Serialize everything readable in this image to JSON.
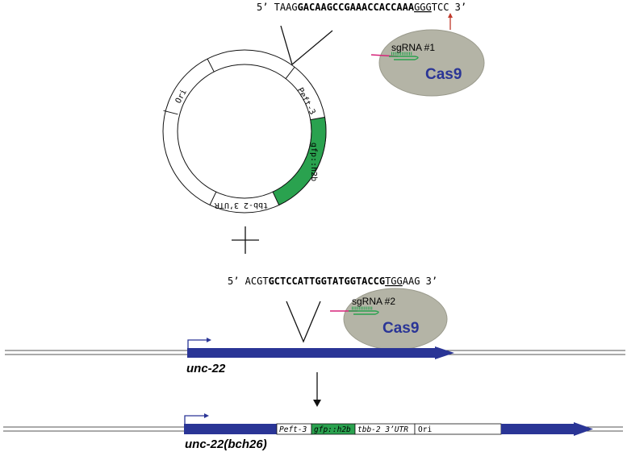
{
  "colors": {
    "gene_blue": "#2a3596",
    "gfp_green": "#2aa24f",
    "cas9_gray": "#b4b4a6",
    "pam_red": "#c0392b",
    "guide_magenta": "#d6247a",
    "line_black": "#111111"
  },
  "seq1": {
    "prefix": "5’ TAAG",
    "target": "GACAAGCCGAAACCACCAAA",
    "pam": "GGG",
    "suffix": "TCC 3’"
  },
  "seq2": {
    "prefix": "5’ ACGT",
    "target": "GCTCCATTGGTATGGTACCG",
    "pam": "TGG",
    "suffix": "AAG 3’"
  },
  "complex1": {
    "guide": "sgRNA #1",
    "protein": "Cas9"
  },
  "complex2": {
    "guide": "sgRNA #2",
    "protein": "Cas9"
  },
  "plasmid": {
    "ori": "Ori",
    "peft": "Peft-3",
    "gfp": "gfp::h2b",
    "utr": "tbb-2 3’UTR"
  },
  "plus_icon": "plus-icon",
  "arrow_icon": "arrow-down-icon",
  "gene": {
    "name": "unc-22"
  },
  "edited": {
    "name": "unc-22(bch26)",
    "peft": "Peft-3",
    "gfp": "gfp::h2b",
    "utr": "tbb-2 3’UTR",
    "ori": "Ori"
  }
}
